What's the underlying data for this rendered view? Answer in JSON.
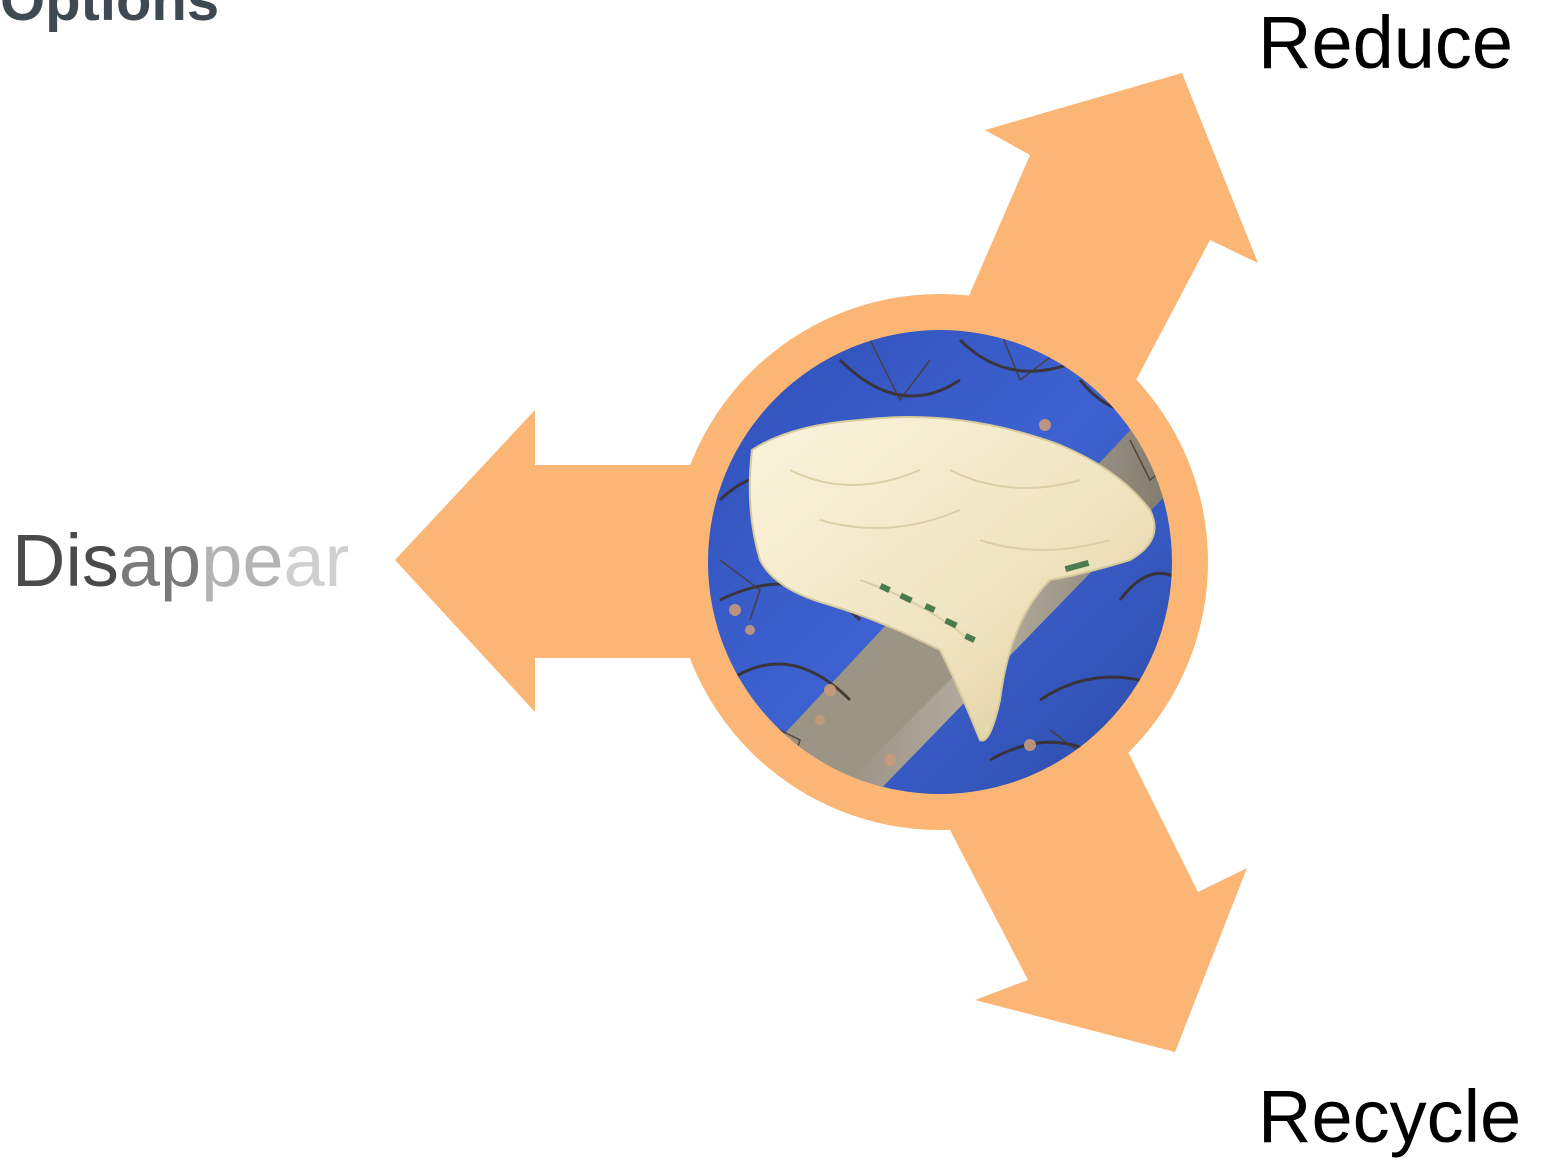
{
  "title": "Options",
  "colors": {
    "arrow": "#fbb574",
    "title": "#3e4a52",
    "label": "#000000",
    "sky": "#3a5cc8",
    "bag": "#f3ead0"
  },
  "center_photo": {
    "icon": "plastic-bag-in-tree-photo"
  },
  "options": {
    "reduce": "Reduce",
    "recycle": "Recycle",
    "disappear": {
      "parts": [
        "Dis",
        "ap",
        "pe",
        "ar"
      ]
    }
  }
}
